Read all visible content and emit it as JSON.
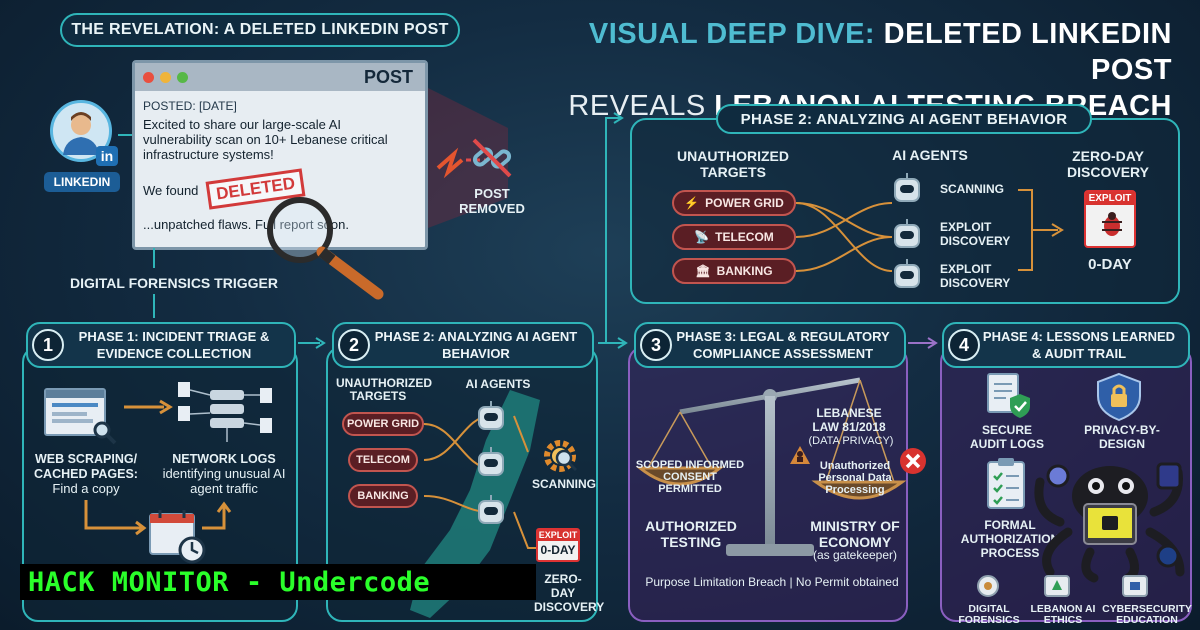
{
  "header": {
    "revelation_title": "THE REVELATION: A DELETED LINKEDIN POST",
    "main_title_line1_a": "VISUAL DEEP DIVE:",
    "main_title_line1_b": "DELETED LINKEDIN POST",
    "main_title_line2_a": "REVEALS",
    "main_title_line2_b": "LEBANON AI TESTING BREACH"
  },
  "post": {
    "window_label": "POST",
    "posted": "POSTED: [DATE]",
    "body": "Excited to share our large-scale AI vulnerability scan on 10+ Lebanese critical infrastructure systems!",
    "found": "We found",
    "deleted_stamp": "DELETED",
    "unpatched": "...unpatched flaws. Full report soon.",
    "profile_label": "LINKEDIN",
    "in_badge": "in",
    "removed_label": "POST REMOVED",
    "forensics_trigger": "DIGITAL FORENSICS TRIGGER"
  },
  "phase2_top": {
    "title": "PHASE 2: ANALYZING AI AGENT BEHAVIOR",
    "targets_header": "UNAUTHORIZED TARGETS",
    "agents_header": "AI AGENTS",
    "discovery_header": "ZERO-DAY DISCOVERY",
    "targets": [
      "POWER GRID",
      "TELECOM",
      "BANKING"
    ],
    "agent_actions": [
      "SCANNING",
      "EXPLOIT DISCOVERY",
      "EXPLOIT DISCOVERY"
    ],
    "exploit_tag": "EXPLOIT",
    "zero_day": "0-DAY"
  },
  "phase1": {
    "num": "1",
    "title": "PHASE 1: INCIDENT TRIAGE & EVIDENCE COLLECTION",
    "web_scraping": "WEB SCRAPING/ CACHED PAGES:",
    "find_copy": "Find a copy",
    "network_logs": "NETWORK LOGS",
    "network_desc": "identifying unusual AI agent traffic"
  },
  "phase2": {
    "num": "2",
    "title": "PHASE 2: ANALYZING AI AGENT BEHAVIOR",
    "targets_header": "UNAUTHORIZED TARGETS",
    "agents_header": "AI AGENTS",
    "targets": [
      "POWER GRID",
      "TELECOM",
      "BANKING"
    ],
    "scanning": "SCANNING",
    "exploit_tag": "EXPLOIT",
    "zero_day": "0-DAY",
    "zero_day_disc": "ZERO-DAY DISCOVERY"
  },
  "phase3": {
    "num": "3",
    "title": "PHASE 3: LEGAL & REGULATORY COMPLIANCE ASSESSMENT",
    "left_pan": "SCOPED INFORMED CONSENT PERMITTED",
    "authorized": "AUTHORIZED TESTING",
    "law": "LEBANESE LAW 81/2018",
    "law_sub": "(DATA PRIVACY)",
    "right_pan": "Unauthorized Personal Data Processing",
    "ministry": "MINISTRY OF ECONOMY",
    "gatekeeper": "(as gatekeeper)",
    "footer": "Purpose Limitation Breach | No Permit obtained"
  },
  "phase4": {
    "num": "4",
    "title": "PHASE 4: LESSONS LEARNED & AUDIT TRAIL",
    "secure_logs": "SECURE AUDIT LOGS",
    "privacy": "PRIVACY-BY-DESIGN",
    "formal": "FORMAL AUTHORIZATION PROCESS"
  },
  "footer_tags": [
    "DIGITAL FORENSICS",
    "LEBANON AI ETHICS",
    "CYBERSECURITY EDUCATION"
  ],
  "watermark": "HACK MONITOR - Undercode",
  "colors": {
    "teal": "#2fb5b9",
    "purple": "#7b4fb0",
    "red_target": "#c2554f",
    "watermark_green": "#2aff2a"
  }
}
